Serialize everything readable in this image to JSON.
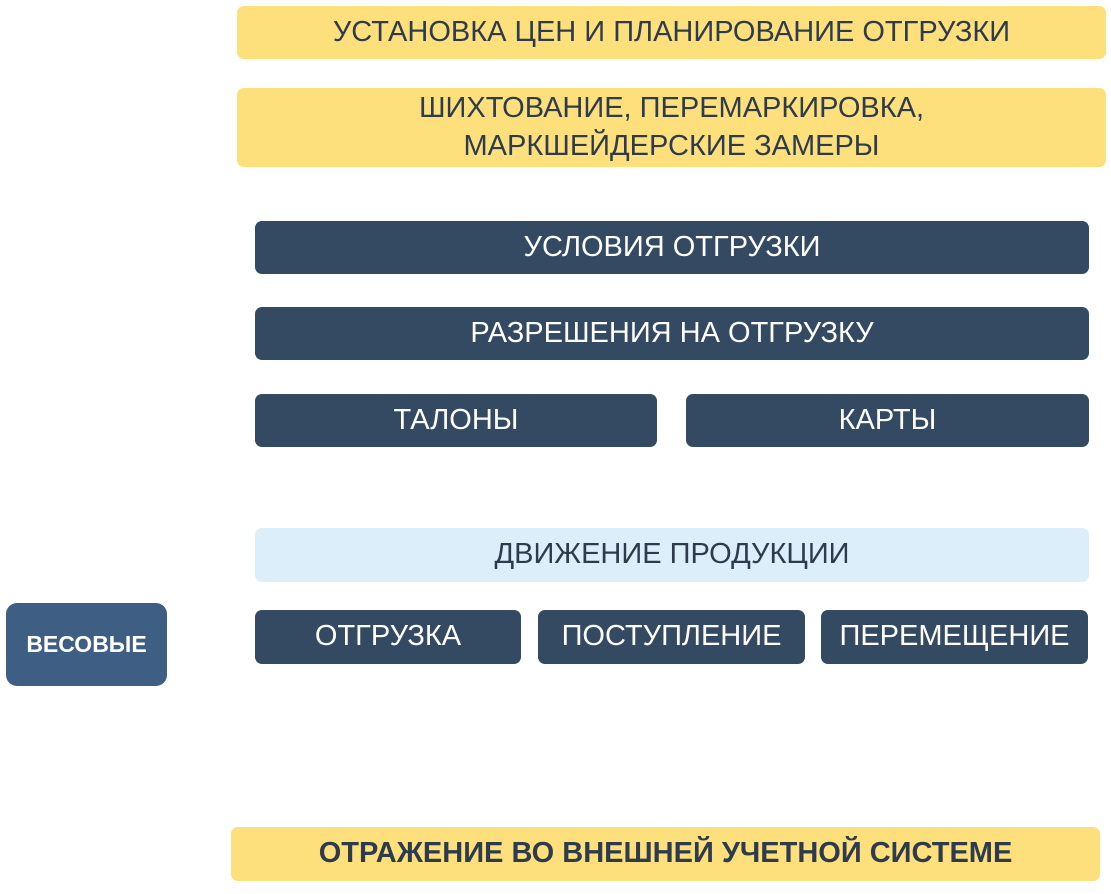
{
  "blocks": {
    "pricing": "УСТАНОВКА ЦЕН И ПЛАНИРОВАНИЕ ОТГРУЗКИ",
    "blending": "ШИХТОВАНИЕ, ПЕРЕМАРКИРОВКА,\nМАРКШЕЙДЕРСКИЕ ЗАМЕРЫ",
    "shipment_terms": "УСЛОВИЯ ОТГРУЗКИ",
    "shipment_permits": "РАЗРЕШЕНИЯ НА ОТГРУЗКУ",
    "coupons": "ТАЛОНЫ",
    "cards": "КАРТЫ",
    "product_movement": "ДВИЖЕНИЕ ПРОДУКЦИИ",
    "shipment": "ОТГРУЗКА",
    "receipt": "ПОСТУПЛЕНИЕ",
    "transfer": "ПЕРЕМЕЩЕНИЕ",
    "external_accounting": "ОТРАЖЕНИЕ ВО ВНЕШНЕЙ УЧЕТНОЙ СИСТЕМЕ"
  },
  "side": {
    "weighing": "ВЕСОВЫЕ"
  },
  "colors": {
    "yellow": "#fde07c",
    "dark_blue": "#344a63",
    "light_blue": "#ddeefb",
    "side_blue": "#3e5f83",
    "text_dark": "#2e3b4d"
  }
}
